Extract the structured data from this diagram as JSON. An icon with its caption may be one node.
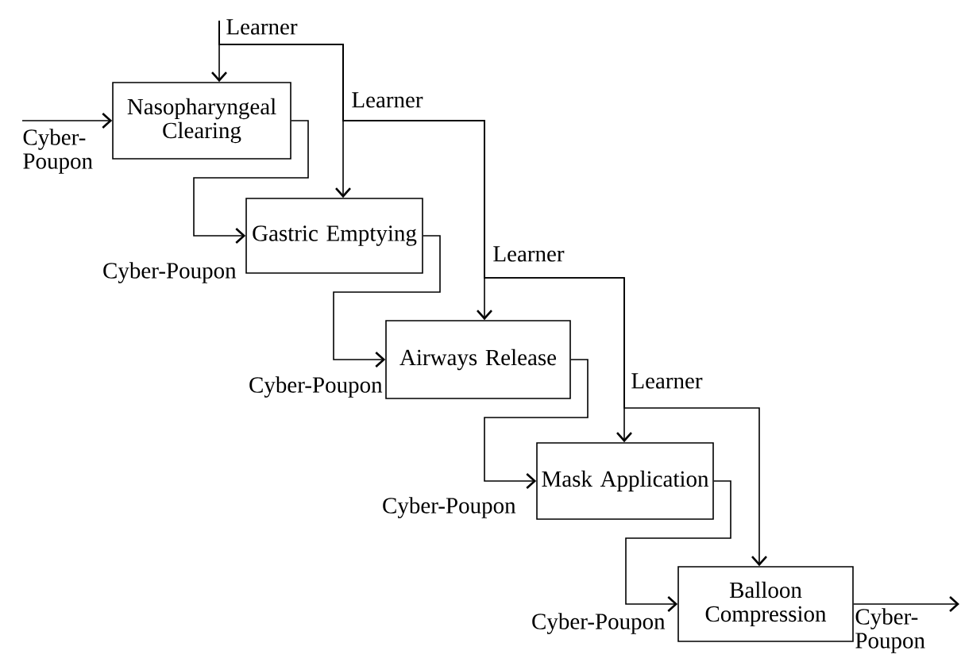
{
  "diagram": {
    "nodes": [
      {
        "text": [
          "Nasopharyngeal Clearing"
        ]
      },
      {
        "text": [
          "Gastric Emptying"
        ]
      },
      {
        "text": [
          "Airways Release"
        ]
      },
      {
        "text": [
          "Mask Application"
        ]
      },
      {
        "text": [
          "Balloon Compression"
        ]
      },
      {
        "text": [
          "Learner"
        ]
      }
    ],
    "edges": [
      {
        "from": 5,
        "to": 0,
        "arrow": "to"
      },
      {
        "from": 5,
        "to": 1,
        "arrow": "to"
      },
      {
        "from": 5,
        "to": 2,
        "arrow": "to",
        "label": "Learner"
      },
      {
        "from": 5,
        "to": 3,
        "arrow": "to",
        "label": "Learner"
      },
      {
        "from": 5,
        "to": 4,
        "arrow": "to",
        "label": "Learner"
      },
      {
        "from": null,
        "to": 0,
        "arrow": "to",
        "label": "Cyber- Poupon"
      },
      {
        "from": 0,
        "to": 1,
        "arrow": "to",
        "label": "Cyber-Poupon"
      },
      {
        "from": 1,
        "to": 2,
        "arrow": "to",
        "label": "Cyber-Poupon"
      },
      {
        "from": 2,
        "to": 3,
        "arrow": "to",
        "label": "Cyber-Poupon"
      },
      {
        "from": 3,
        "to": 4,
        "arrow": "to",
        "label": "Cyber-Poupon"
      },
      {
        "from": 4,
        "to": null,
        "arrow": "to",
        "label": "Cyber- Poupon"
      }
    ]
  }
}
